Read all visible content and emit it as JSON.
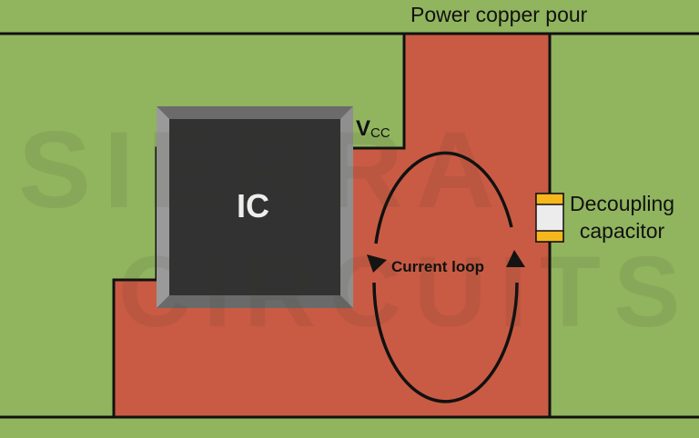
{
  "diagram": {
    "title": "Power copper pour",
    "labels": {
      "vcc_main": "V",
      "vcc_sub": "CC",
      "ic": "IC",
      "capacitor_line1": "Decoupling",
      "capacitor_line2": "capacitor",
      "current_loop": "Current loop"
    },
    "watermark": {
      "line1": "SIERRA",
      "line2": "CIRCUITS"
    },
    "colors": {
      "background_green": "#91b45f",
      "copper_red": "#c95b44",
      "ic_body": "#323232",
      "ic_bevel": "#8a8a8a",
      "capacitor_pad": "#f6b71d",
      "capacitor_body": "#ececec",
      "outline": "#111111"
    }
  }
}
